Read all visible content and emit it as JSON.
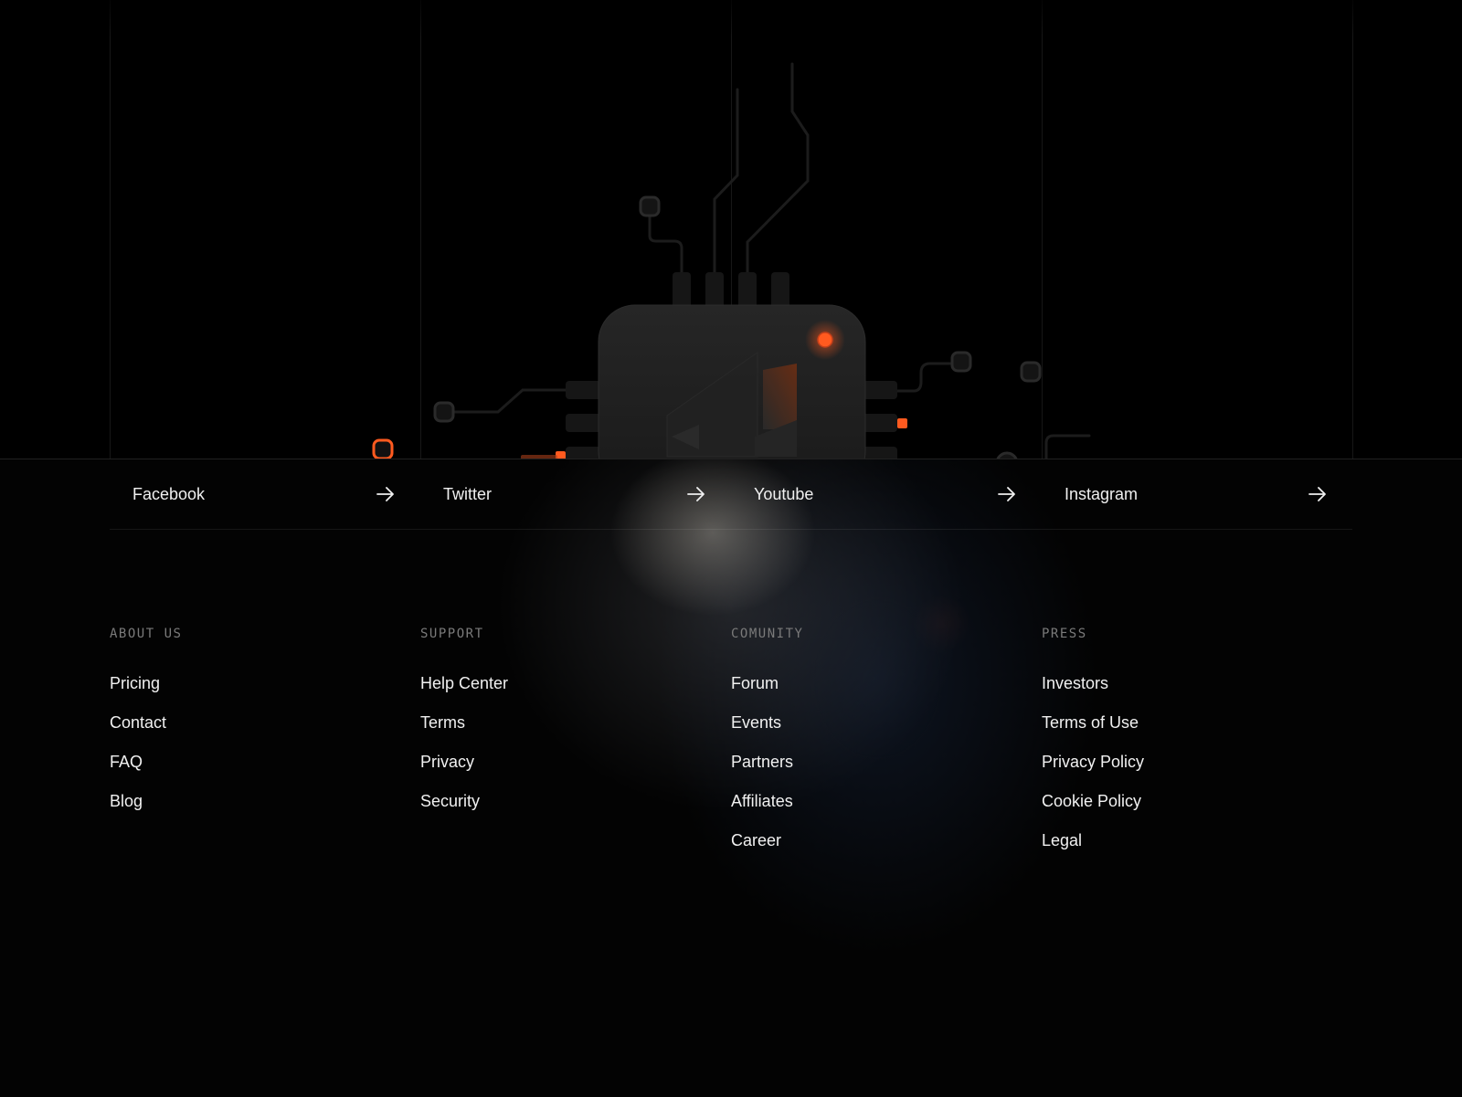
{
  "hero": {
    "illustration": "circuit-chip-with-logo",
    "accent_color": "#ff5a1f",
    "chip_color": "#1e1e1e"
  },
  "social": [
    {
      "label": "Facebook",
      "icon": "arrow-right-icon"
    },
    {
      "label": "Twitter",
      "icon": "arrow-right-icon"
    },
    {
      "label": "Youtube",
      "icon": "arrow-right-icon"
    },
    {
      "label": "Instagram",
      "icon": "arrow-right-icon"
    }
  ],
  "columns": [
    {
      "title": "ABOUT US",
      "links": [
        "Pricing",
        "Contact",
        "FAQ",
        "Blog"
      ]
    },
    {
      "title": "SUPPORT",
      "links": [
        "Help Center",
        "Terms",
        "Privacy",
        "Security"
      ]
    },
    {
      "title": "COMUNITY",
      "links": [
        "Forum",
        "Events",
        "Partners",
        "Affiliates",
        "Career"
      ]
    },
    {
      "title": "PRESS",
      "links": [
        "Investors",
        "Terms of Use",
        "Privacy Policy",
        "Cookie Policy",
        "Legal"
      ]
    }
  ]
}
